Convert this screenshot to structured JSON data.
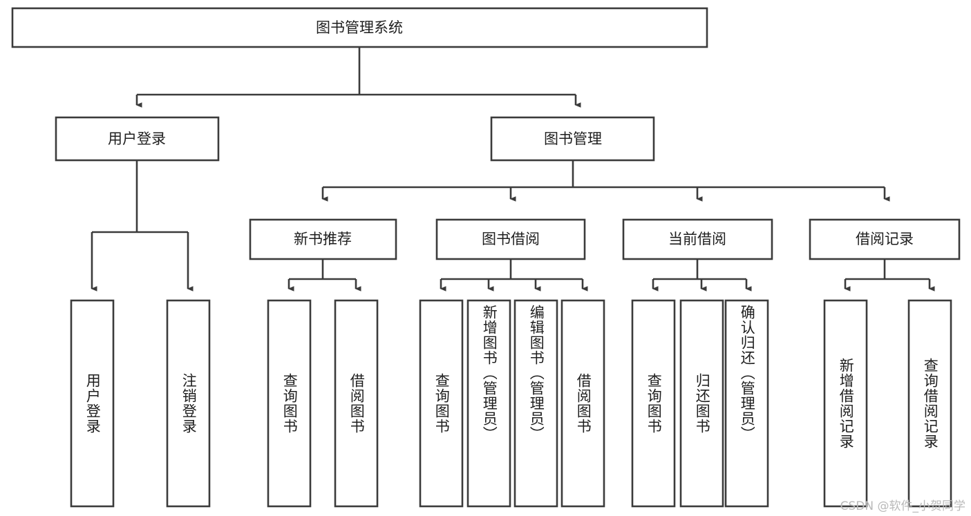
{
  "diagram": {
    "title": "图书管理系统",
    "type": "hierarchy-tree",
    "root": {
      "label": "图书管理系统",
      "children": [
        {
          "label": "用户登录",
          "children": [
            {
              "label": "用户登录"
            },
            {
              "label": "注销登录"
            }
          ]
        },
        {
          "label": "图书管理",
          "children": [
            {
              "label": "新书推荐",
              "children": [
                {
                  "label": "查询图书"
                },
                {
                  "label": "借阅图书"
                }
              ]
            },
            {
              "label": "图书借阅",
              "children": [
                {
                  "label": "查询图书"
                },
                {
                  "label": "新增图书（管理员）"
                },
                {
                  "label": "编辑图书（管理员）"
                },
                {
                  "label": "借阅图书"
                }
              ]
            },
            {
              "label": "当前借阅",
              "children": [
                {
                  "label": "查询图书"
                },
                {
                  "label": "归还图书"
                },
                {
                  "label": "确认归还（管理员）"
                }
              ]
            },
            {
              "label": "借阅记录",
              "children": [
                {
                  "label": "新增借阅记录"
                },
                {
                  "label": "查询借阅记录"
                }
              ]
            }
          ]
        }
      ]
    },
    "colors": {
      "box_stroke": "#3b3b3b",
      "box_fill": "#ffffff",
      "text": "#1e1e1e",
      "background": "#ffffff",
      "watermark": "#b9b9b9"
    }
  },
  "watermark": {
    "text": "CSDN @软件_小贺同学"
  }
}
